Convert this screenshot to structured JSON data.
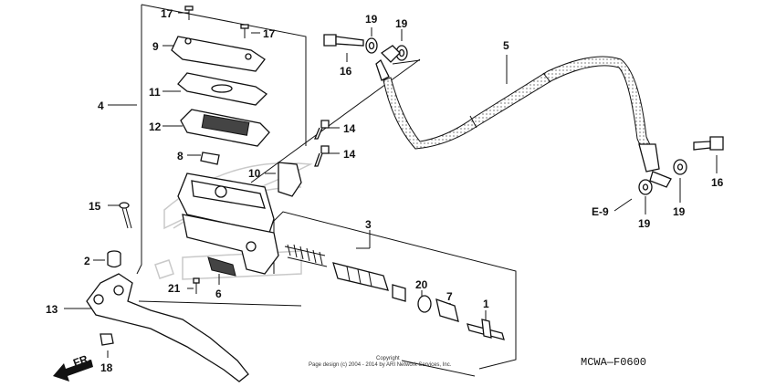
{
  "callouts": {
    "c1": "1",
    "c2": "2",
    "c3": "3",
    "c4": "4",
    "c5": "5",
    "c6": "6",
    "c7": "7",
    "c8": "8",
    "c9": "9",
    "c10": "10",
    "c11": "11",
    "c12": "12",
    "c13": "13",
    "c14a": "14",
    "c14b": "14",
    "c15": "15",
    "c16a": "16",
    "c16b": "16",
    "c17a": "17",
    "c17b": "17",
    "c18": "18",
    "c19a": "19",
    "c19b": "19",
    "c19c": "19",
    "c19d": "19",
    "c20": "20",
    "c21": "21"
  },
  "reference": "E-9",
  "front_label": "FR.",
  "copyright_line1": "Copyright",
  "copyright_line2": "Page design (c) 2004 - 2014 by ARI Network Services, Inc.",
  "diagram_code": "MCWA—F0600",
  "colors": {
    "ink": "#111111",
    "watermark": "#c9c9c9",
    "background": "#ffffff"
  }
}
